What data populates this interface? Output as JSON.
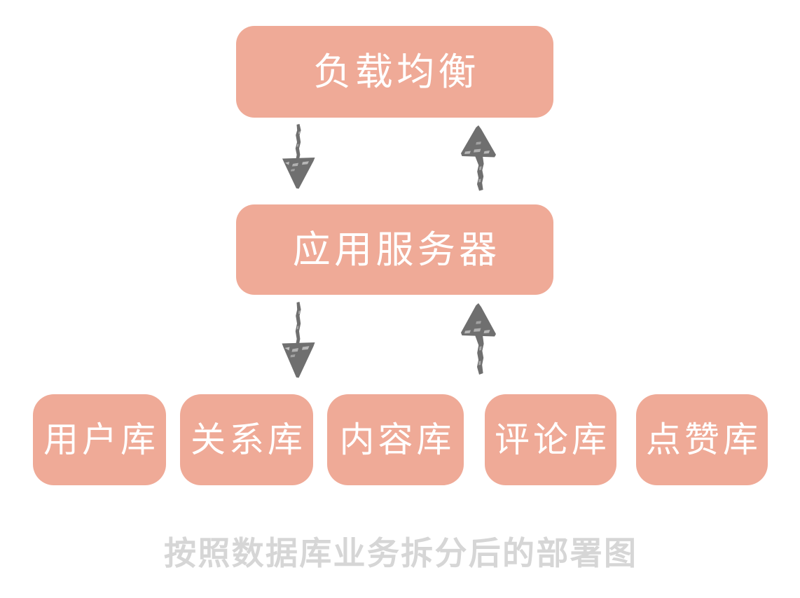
{
  "diagram": {
    "caption": "按照数据库业务拆分后的部署图",
    "background_color": "#ffffff",
    "node_fill_color": "#efaa97",
    "node_text_color": "#ffffff",
    "arrow_color": "#6f6f6f",
    "caption_color": "#d6d6d6",
    "tiers": [
      {
        "name": "load-balancer-tier",
        "nodes": [
          {
            "id": "load-balancer",
            "label": "负载均衡"
          }
        ]
      },
      {
        "name": "application-tier",
        "nodes": [
          {
            "id": "app-server",
            "label": "应用服务器"
          }
        ]
      },
      {
        "name": "database-tier",
        "nodes": [
          {
            "id": "db-user",
            "label": "用户库"
          },
          {
            "id": "db-relation",
            "label": "关系库"
          },
          {
            "id": "db-content",
            "label": "内容库"
          },
          {
            "id": "db-comment",
            "label": "评论库"
          },
          {
            "id": "db-like",
            "label": "点赞库"
          }
        ]
      }
    ],
    "connectors": [
      {
        "id": "lb-to-app",
        "from": "load-balancer",
        "to": "app-server",
        "direction": "down",
        "icon": "arrow-down-icon"
      },
      {
        "id": "app-to-lb",
        "from": "app-server",
        "to": "load-balancer",
        "direction": "up",
        "icon": "arrow-up-icon"
      },
      {
        "id": "app-to-db",
        "from": "app-server",
        "to": "database-tier",
        "direction": "down",
        "icon": "arrow-down-icon"
      },
      {
        "id": "db-to-app",
        "from": "database-tier",
        "to": "app-server",
        "direction": "up",
        "icon": "arrow-up-icon"
      }
    ]
  }
}
